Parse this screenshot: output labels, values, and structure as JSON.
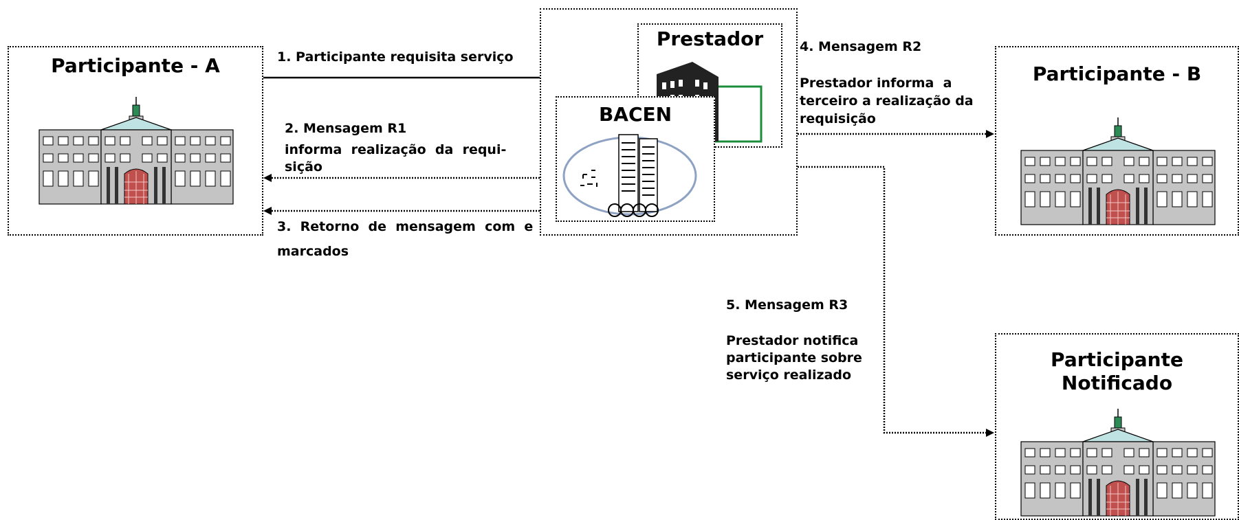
{
  "participant_a": {
    "title": "Participante  - A"
  },
  "participant_b": {
    "title": "Participante  - B"
  },
  "participant_notified": {
    "title_line1": "Participante",
    "title_line2": "Notificado"
  },
  "prestador": {
    "title": "Prestador"
  },
  "bacen": {
    "title": "BACEN"
  },
  "messages": {
    "m1": "1. Participante requisita serviço",
    "m2_title": "2. Mensagem R1",
    "m2_line1": "informa  realização  da  requi-",
    "m2_line2": "sição",
    "m3_line1": "3.  Retorno  de  mensagem  com  e",
    "m3_line2": "marcados",
    "m4_title": "4. Mensagem R2",
    "m4_line1": "Prestador informa  a",
    "m4_line2": "terceiro a realização da",
    "m4_line3": "requisição",
    "m5_title": "5. Mensagem R3",
    "m5_line1": "Prestador notifica",
    "m5_line2": "participante sobre",
    "m5_line3": "serviço realizado"
  }
}
